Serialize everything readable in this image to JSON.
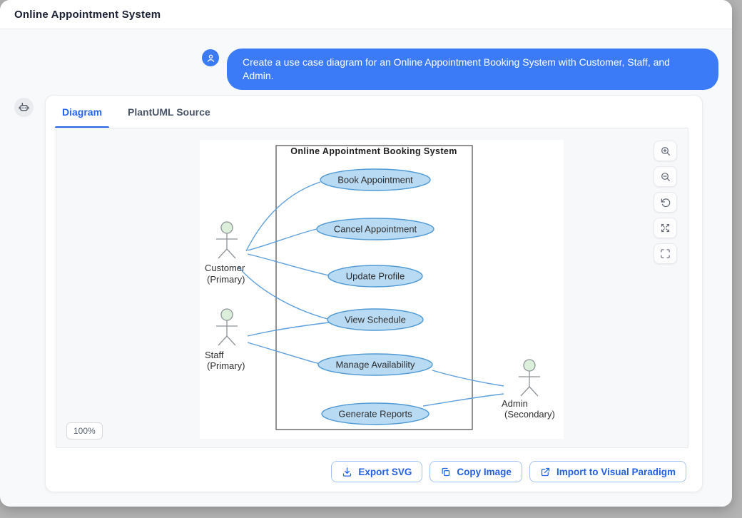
{
  "window": {
    "title": "Online Appointment System"
  },
  "chat": {
    "user_message": "Create a use case diagram for an Online Appointment Booking System with Customer, Staff, and Admin.",
    "avatar_icon": "user-icon",
    "assistant_icon": "robot-icon"
  },
  "tabs": {
    "diagram": {
      "label": "Diagram",
      "active": true
    },
    "plantuml": {
      "label": "PlantUML Source",
      "active": false
    }
  },
  "diagram": {
    "system_title": "Online Appointment Booking System",
    "zoom_level": "100%",
    "use_cases": [
      "Book Appointment",
      "Cancel Appointment",
      "Update Profile",
      "View Schedule",
      "Manage Availability",
      "Generate Reports"
    ],
    "actors": [
      {
        "name": "Customer",
        "role": "(Primary)"
      },
      {
        "name": "Staff",
        "role": "(Primary)"
      },
      {
        "name": "Admin",
        "role": "(Secondary)"
      }
    ],
    "associations": [
      {
        "from": "Customer",
        "to": "Book Appointment"
      },
      {
        "from": "Customer",
        "to": "Cancel Appointment"
      },
      {
        "from": "Customer",
        "to": "Update Profile"
      },
      {
        "from": "Customer",
        "to": "View Schedule"
      },
      {
        "from": "Staff",
        "to": "View Schedule"
      },
      {
        "from": "Staff",
        "to": "Manage Availability"
      },
      {
        "from": "Manage Availability",
        "to": "Admin"
      },
      {
        "from": "Generate Reports",
        "to": "Admin"
      }
    ],
    "colors": {
      "use_case_fill": "#b8daf3",
      "use_case_stroke": "#4f99d4",
      "actor_head_fill": "#dcefdb",
      "actor_stroke": "#8f9498",
      "association_line": "#5e9fdc"
    }
  },
  "zoom_controls": {
    "zoom_in": "zoom-in",
    "zoom_out": "zoom-out",
    "reset": "reset-view",
    "expand": "expand-arrows",
    "fullscreen": "fullscreen"
  },
  "footer": {
    "export_svg": "Export SVG",
    "copy_image": "Copy Image",
    "import_vp": "Import to Visual Paradigm"
  },
  "theme": {
    "accent": "#2563eb",
    "bubble_blue": "#3b7bf7"
  }
}
